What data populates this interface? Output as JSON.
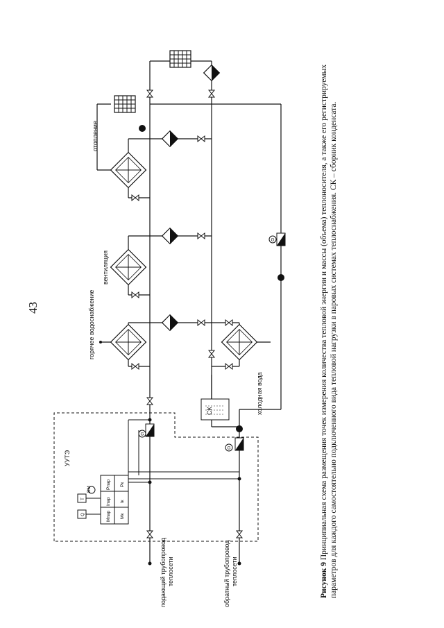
{
  "page": {
    "number": "43"
  },
  "labels": {
    "heating": "отопление",
    "ventilation": "вентиляция",
    "hot_water": "горячее водоснабжение",
    "cold_water": "холодная вода",
    "condensate_collector": "СК",
    "metering_unit": "УУТЭ",
    "supply_line": [
      "подающий трубопровод",
      "теплосети"
    ],
    "return_line": [
      "обратный трубопровод",
      "теплосети"
    ]
  },
  "calculator": {
    "q": "Q",
    "t": "T",
    "badge": "ВМ",
    "cells": [
      [
        "Mпар",
        "Iпар",
        "Pпар"
      ],
      [
        "Mк",
        "Iк",
        "Pк"
      ]
    ]
  },
  "sensors": {
    "flowmeter": "G"
  },
  "caption": {
    "figure": "Рисунок 9",
    "text": " Принципиальная схема размещения точек измерения количества тепловой энергии и массы (объема) теплоносителя, а также его регистрируемых параметров для каждого самостоятельно подключенного вида тепловой нагрузки в паровых системах теплоснабжения. СК – сборник конденсата."
  }
}
